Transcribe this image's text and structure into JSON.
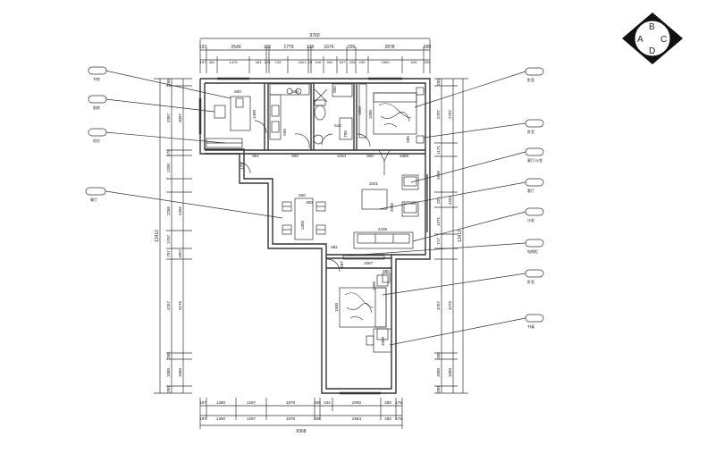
{
  "compass": {
    "north": "B",
    "west": "A",
    "east": "C",
    "south": "D"
  },
  "top_dimensions": {
    "overall": "9760",
    "row1": [
      "197",
      "2549",
      "106",
      "1779",
      "128",
      "1676",
      "205",
      "2878",
      "200"
    ],
    "row2": [
      "197",
      "461",
      "1475",
      "453",
      "109",
      "743",
      "1501",
      "29",
      "226",
      "902",
      "547",
      "205",
      "239",
      "1500",
      "639",
      "200"
    ]
  },
  "bottom_dimensions": {
    "row1": [
      "197",
      "1390",
      "1297",
      "1679",
      "208",
      "444",
      "2090",
      "450",
      "175"
    ],
    "row2": [
      "197",
      "1390",
      "1297",
      "1679",
      "208",
      "2984",
      "450",
      "175"
    ],
    "overall": "8368"
  },
  "left_dimensions": {
    "overall": "13412",
    "inner": [
      "200",
      "3387",
      "175",
      "1290",
      "2285",
      "1707",
      "707",
      "4767",
      "200",
      "1080",
      "200"
    ],
    "outer": [
      "3087",
      "2395",
      "1857",
      "4276",
      "1080"
    ]
  },
  "right_dimensions": {
    "overall": "13412",
    "inner": [
      "200",
      "2787",
      "1171",
      "1500",
      "821",
      "1271",
      "717",
      "4767",
      "200",
      "1080",
      "200"
    ],
    "outer": [
      "2787",
      "4203",
      "4276",
      "1080"
    ]
  },
  "room_dimensions": {
    "study_desk": "600",
    "study_desk_depth": "1400",
    "kitchen_top": "600",
    "kitchen_counter": "550",
    "bath_top": "850",
    "bath_mid": "515",
    "bath_mid2": "700",
    "bed1_wardrobe": "1800",
    "bed1_bed": "1500",
    "bed1_side": "500",
    "corridor_1": "954",
    "corridor_2": "900",
    "corridor_3": "1204",
    "corridor_4": "900",
    "corridor_5": "1888",
    "dining_width": "600",
    "dining_side": "400",
    "dining_len": "1350",
    "sofa": "2438",
    "coffee_table": "1001",
    "coffee_table_depth": "2006",
    "tv_side": "882",
    "hall": "1087",
    "hall_small": "687",
    "bed2_bed": "1500",
    "bed2_side": "580",
    "bed2_width": "1800",
    "bed2_desk": "1000",
    "entry_door": "170"
  },
  "left_labels": [
    "书房",
    "厨房",
    "阳台",
    "餐厅"
  ],
  "right_labels": [
    "卧室",
    "卧室",
    "客厅/沙发",
    "客厅",
    "沙发",
    "电视柜",
    "卧室",
    "书桌"
  ]
}
